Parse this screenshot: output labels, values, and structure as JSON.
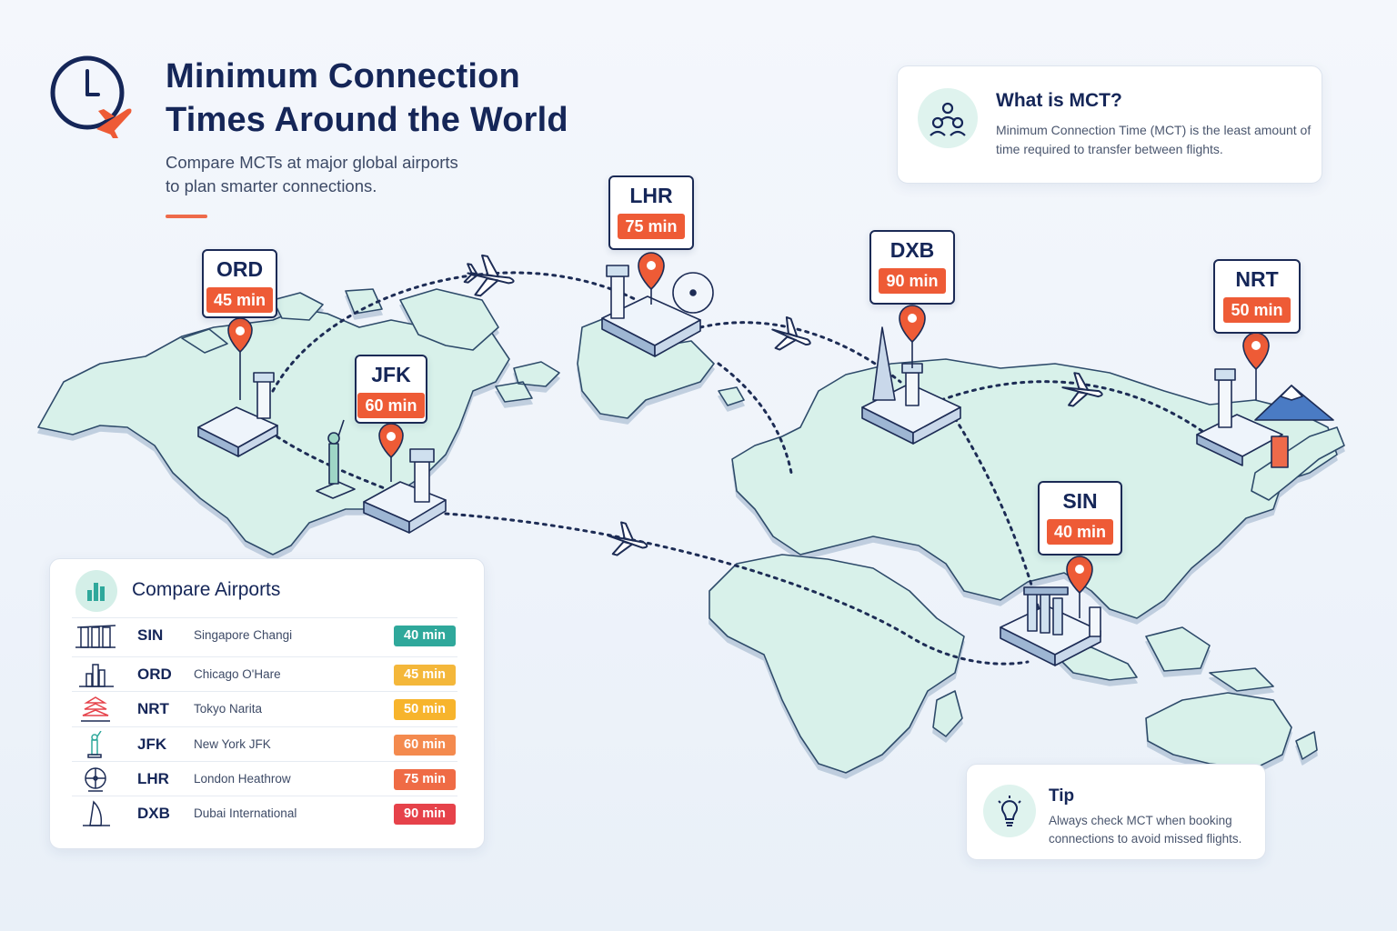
{
  "header": {
    "title_line1": "Minimum Connection",
    "title_line2": "Times Around the World",
    "subtitle_line1": "Compare MCTs at major global airports",
    "subtitle_line2": "to plan smarter connections."
  },
  "info": {
    "title": "What is MCT?",
    "text": "Minimum Connection Time (MCT) is the least amount of time required to transfer between flights.",
    "icon": "people-network-icon"
  },
  "tip": {
    "title": "Tip",
    "text": "Always check MCT when booking connections to avoid missed flights.",
    "icon": "lightbulb-icon"
  },
  "map_labels": [
    {
      "code": "ORD",
      "time": "45 min"
    },
    {
      "code": "JFK",
      "time": "60 min"
    },
    {
      "code": "LHR",
      "time": "75 min"
    },
    {
      "code": "DXB",
      "time": "90 min"
    },
    {
      "code": "NRT",
      "time": "50 min"
    },
    {
      "code": "SIN",
      "time": "40 min"
    }
  ],
  "compare": {
    "title": "Compare Airports",
    "icon": "bar-chart-icon",
    "rows": [
      {
        "code": "SIN",
        "name": "Singapore Changi",
        "time": "40 min",
        "color": "#2fa89b",
        "icon": "marina-bay-icon"
      },
      {
        "code": "ORD",
        "name": "Chicago O'Hare",
        "time": "45 min",
        "color": "#f4b73a",
        "icon": "chicago-skyline-icon"
      },
      {
        "code": "NRT",
        "name": "Tokyo Narita",
        "time": "50 min",
        "color": "#f7b42c",
        "icon": "pagoda-icon"
      },
      {
        "code": "JFK",
        "name": "New York JFK",
        "time": "60 min",
        "color": "#f48a4e",
        "icon": "statue-of-liberty-icon"
      },
      {
        "code": "LHR",
        "name": "London Heathrow",
        "time": "75 min",
        "color": "#ef6b45",
        "icon": "london-eye-icon"
      },
      {
        "code": "DXB",
        "name": "Dubai International",
        "time": "90 min",
        "color": "#e6424a",
        "icon": "burj-al-arab-icon"
      }
    ]
  },
  "colors": {
    "navy": "#152658",
    "accent": "#ee5b36",
    "land": "#d8f1ea",
    "land_edge": "#3a5a7a"
  }
}
